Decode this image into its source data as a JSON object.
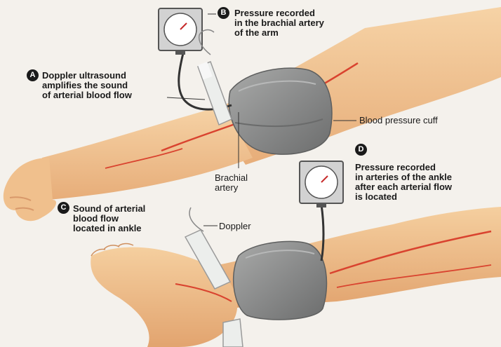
{
  "annotations": {
    "a": {
      "marker": "A",
      "lines": [
        "Doppler ultrasound",
        "amplifies the sound",
        "of arterial blood flow"
      ]
    },
    "b": {
      "marker": "B",
      "lines": [
        "Pressure recorded",
        "in the brachial artery",
        "of the arm"
      ]
    },
    "c": {
      "marker": "C",
      "lines": [
        "Sound of arterial",
        "blood flow",
        "located in ankle"
      ]
    },
    "d": {
      "marker": "D",
      "lines": [
        "Pressure recorded",
        "in arteries of the ankle",
        "after each arterial flow",
        "is located"
      ]
    }
  },
  "callouts": {
    "cuff": "Blood pressure cuff",
    "brachial": [
      "Brachial",
      "artery"
    ],
    "doppler": "Doppler"
  },
  "colors": {
    "skin": "#f2c592",
    "skin_shadow": "#e3a872",
    "artery": "#d9432f",
    "cuff": "#8e8f8f",
    "cuff_dark": "#6b6c6c",
    "gauge_frame": "#cfcfcf",
    "probe": "#e9ecea"
  },
  "icons": [
    "pressure-gauge-icon",
    "doppler-probe-icon"
  ]
}
